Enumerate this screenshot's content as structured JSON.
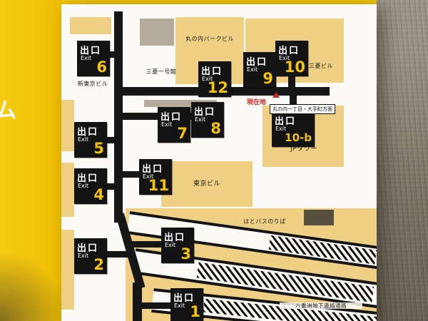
{
  "side_panel": {
    "partial_text": "ム"
  },
  "map": {
    "badge": {
      "jp": "出口",
      "en": "Exit"
    },
    "exits": [
      {
        "number": "6"
      },
      {
        "number": "12"
      },
      {
        "number": "9"
      },
      {
        "number": "10"
      },
      {
        "number": "7"
      },
      {
        "number": "8"
      },
      {
        "number": "5"
      },
      {
        "number": "10-b"
      },
      {
        "number": "4"
      },
      {
        "number": "11"
      },
      {
        "number": "3"
      },
      {
        "number": "2"
      },
      {
        "number": "1"
      }
    ],
    "buildings": {
      "marunouchi_park": "丸の内パークビル",
      "shin_tokyo": "新東京ビル",
      "mitsubishi_ichigokan": "三菱一号館",
      "mitsubishi": "三菱ビル",
      "jp_tower": "JPタワー",
      "tokyo_building": "東京ビル",
      "hato_bus": "はとバスのりば",
      "yaesu_passage": "八重洲地下連絡通路"
    },
    "markers": {
      "current_location": "現在地",
      "direction_sign": "丸の内一丁目・大手町方面"
    },
    "colors": {
      "accent_yellow": "#f5c400",
      "building_yellow": "#efcf83",
      "marker_red": "#c92a21",
      "corridor_black": "#161616"
    }
  }
}
